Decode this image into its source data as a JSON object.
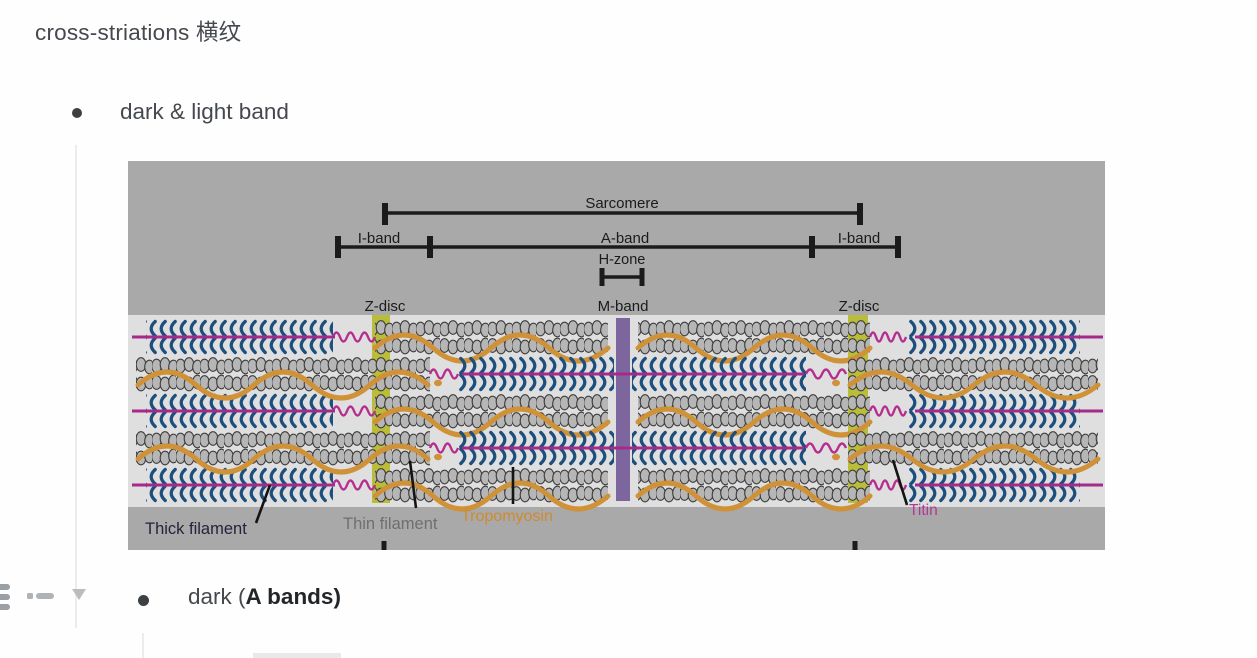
{
  "document": {
    "heading": "cross-striations 横纹",
    "bullet1": "dark & light band",
    "bullet2_prefix": "dark (",
    "bullet2_bold": "A bands",
    "bullet2_suffix": ")"
  },
  "figure": {
    "description": "Sarcomere structure diagram",
    "labels": {
      "sarcomere": "Sarcomere",
      "i_band_left": "I-band",
      "a_band": "A-band",
      "i_band_right": "I-band",
      "h_zone": "H-zone",
      "z_disc_left": "Z-disc",
      "m_band": "M-band",
      "z_disc_right": "Z-disc",
      "thick_filament": "Thick filament",
      "thin_filament": "Thin filament",
      "tropomyosin": "Tropomyosin",
      "titin": "Titin"
    },
    "colors": {
      "image_background": "#a9a9a9",
      "diagram_zone": "#dfdfdf",
      "myosin_blue": "#1c4f7d",
      "titin_magenta": "#a62a8a",
      "tropomyosin_orange": "#d09238",
      "actin_gray": "#b6b6b6",
      "z_disc_yellow": "#b9bd3a",
      "m_band_purple": "#7d659e",
      "label_black": "#1b1b1b",
      "thin_label_gray": "#6f6f6f"
    }
  },
  "margin_controls": {
    "list_icon": "list-icon",
    "dash_icon": "drag-dash-icon",
    "collapse_icon": "collapse-triangle-icon"
  }
}
